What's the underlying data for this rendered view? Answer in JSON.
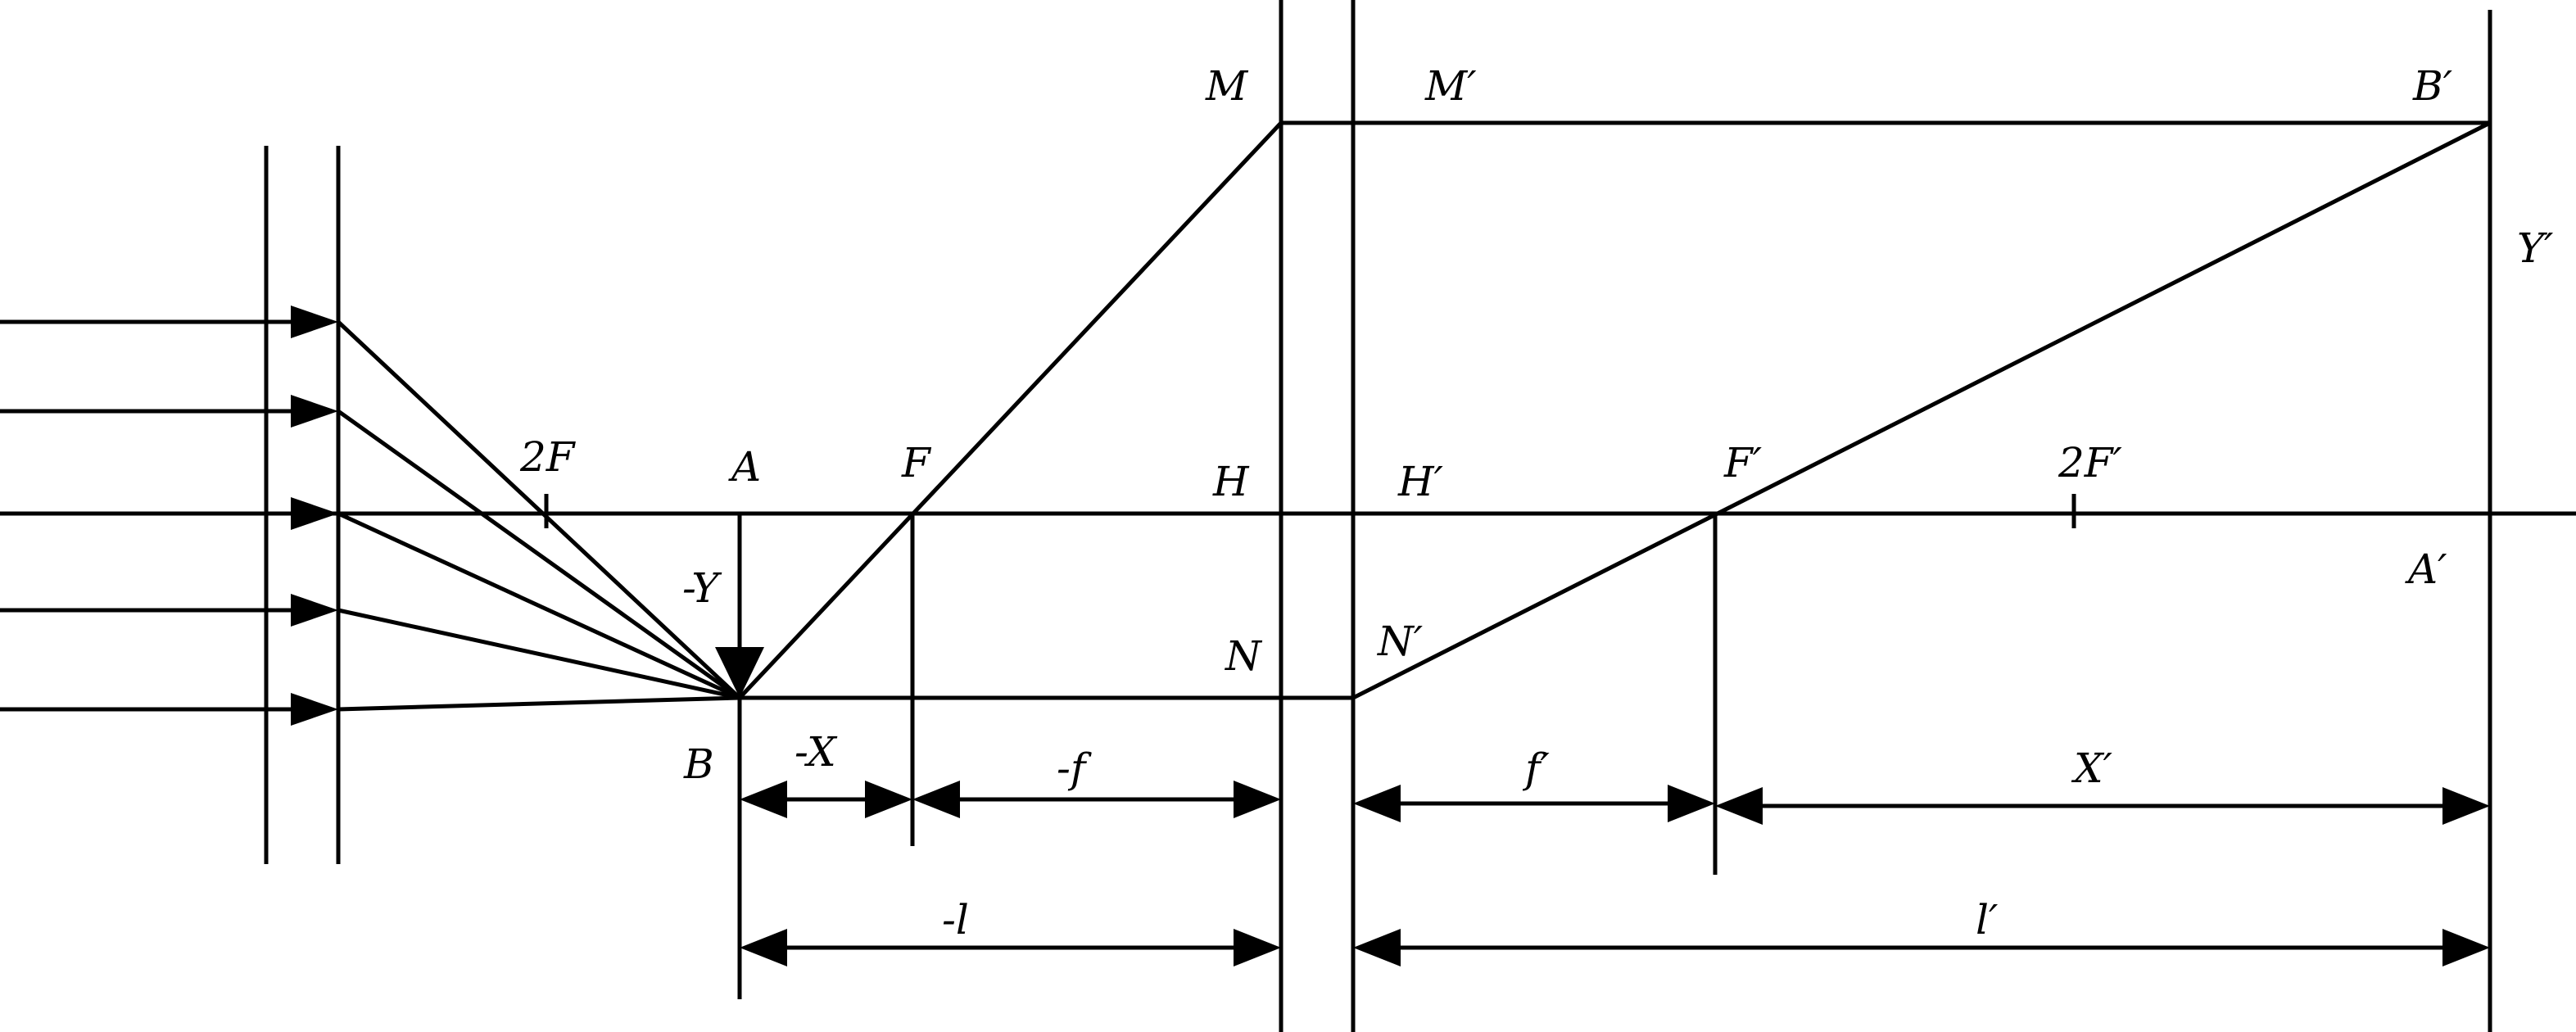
{
  "diagram": {
    "labels": {
      "M": "M",
      "M_prime": "M′",
      "B_prime": "B′",
      "Y_prime": "Y′",
      "two_F": "2F",
      "A": "A",
      "F": "F",
      "H": "H",
      "H_prime": "H′",
      "F_prime": "F′",
      "two_F_prime": "2F′",
      "A_prime": "A′",
      "minus_Y": "-Y",
      "N": "N",
      "N_prime": "N′",
      "B": "B",
      "minus_X": "-X",
      "minus_f": "-f",
      "f_prime": "f′",
      "X_prime": "X′",
      "minus_l": "-l",
      "l_prime": "l′"
    }
  }
}
